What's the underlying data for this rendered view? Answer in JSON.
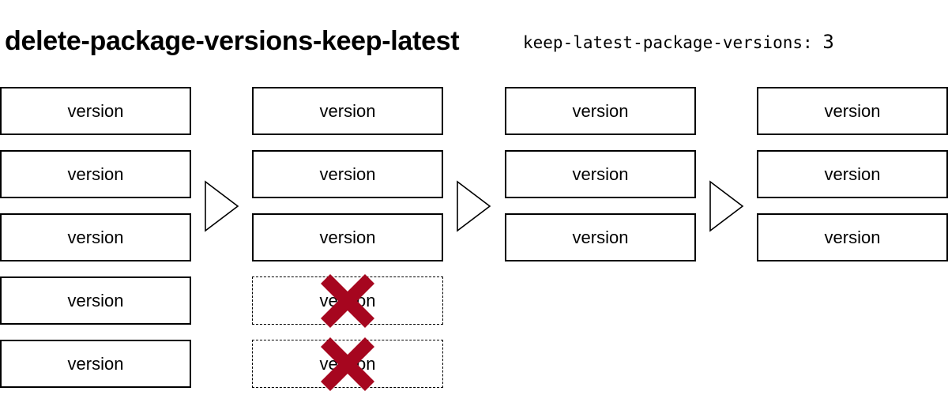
{
  "title": "delete-package-versions-keep-latest",
  "setting": {
    "key": "keep-latest-package-versions:",
    "value": "3"
  },
  "colors": {
    "stroke": "#000000",
    "delete_mark": "#a6061f",
    "background": "#ffffff"
  },
  "icons": {
    "arrow": "triangle-right-outline",
    "delete": "x-cross"
  },
  "columns": [
    {
      "versions": [
        {
          "label": "version",
          "deleted": false
        },
        {
          "label": "version",
          "deleted": false
        },
        {
          "label": "version",
          "deleted": false
        },
        {
          "label": "version",
          "deleted": false
        },
        {
          "label": "version",
          "deleted": false
        }
      ]
    },
    {
      "versions": [
        {
          "label": "version",
          "deleted": false
        },
        {
          "label": "version",
          "deleted": false
        },
        {
          "label": "version",
          "deleted": false
        },
        {
          "label": "version",
          "deleted": true
        },
        {
          "label": "version",
          "deleted": true
        }
      ]
    },
    {
      "versions": [
        {
          "label": "version",
          "deleted": false
        },
        {
          "label": "version",
          "deleted": false
        },
        {
          "label": "version",
          "deleted": false
        }
      ]
    },
    {
      "versions": [
        {
          "label": "version",
          "deleted": false
        },
        {
          "label": "version",
          "deleted": false
        },
        {
          "label": "version",
          "deleted": false
        }
      ]
    }
  ]
}
